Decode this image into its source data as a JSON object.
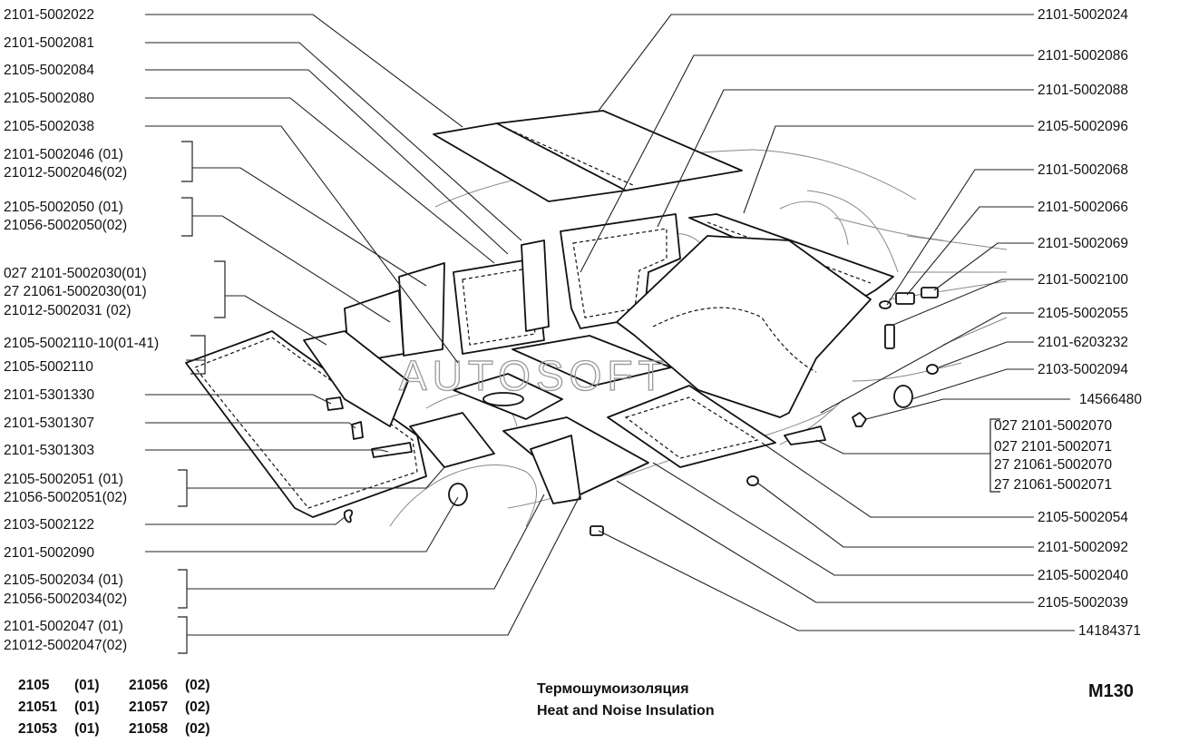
{
  "title_ru": "Термошумоизоляция",
  "title_en": "Heat and Noise Insulation",
  "page_code": "M130",
  "watermark": "AUTOSOFT",
  "models": [
    {
      "code": "2105",
      "group": "(01)"
    },
    {
      "code": "21051",
      "group": "(01)"
    },
    {
      "code": "21053",
      "group": "(01)"
    },
    {
      "code": "21056",
      "group": "(02)"
    },
    {
      "code": "21057",
      "group": "(02)"
    },
    {
      "code": "21058",
      "group": "(02)"
    }
  ],
  "left_labels": [
    "2101-5002022",
    "2101-5002081",
    "2105-5002084",
    "2105-5002080",
    "2105-5002038",
    "2101-5002046  (01)",
    "21012-5002046(02)",
    "2105-5002050  (01)",
    "21056-5002050(02)",
    "027  2101-5002030(01)",
    "27  21061-5002030(01)",
    "21012-5002031 (02)",
    "2105-5002110-10(01-41)",
    "2105-5002110",
    "2101-5301330",
    "2101-5301307",
    "2101-5301303",
    "2105-5002051  (01)",
    "21056-5002051(02)",
    "2103-5002122",
    "2101-5002090",
    "2105-5002034  (01)",
    "21056-5002034(02)",
    "2101-5002047  (01)",
    "21012-5002047(02)"
  ],
  "right_labels": [
    "2101-5002024",
    "2101-5002086",
    "2101-5002088",
    "2105-5002096",
    "2101-5002068",
    "2101-5002066",
    "2101-5002069",
    "2101-5002100",
    "2105-5002055",
    "2101-6203232",
    "2103-5002094",
    "14566480",
    "027  2101-5002070",
    "027  2101-5002071",
    "27  21061-5002070",
    "27  21061-5002071",
    "2105-5002054",
    "2101-5002092",
    "2105-5002040",
    "2105-5002039",
    "14184371"
  ]
}
